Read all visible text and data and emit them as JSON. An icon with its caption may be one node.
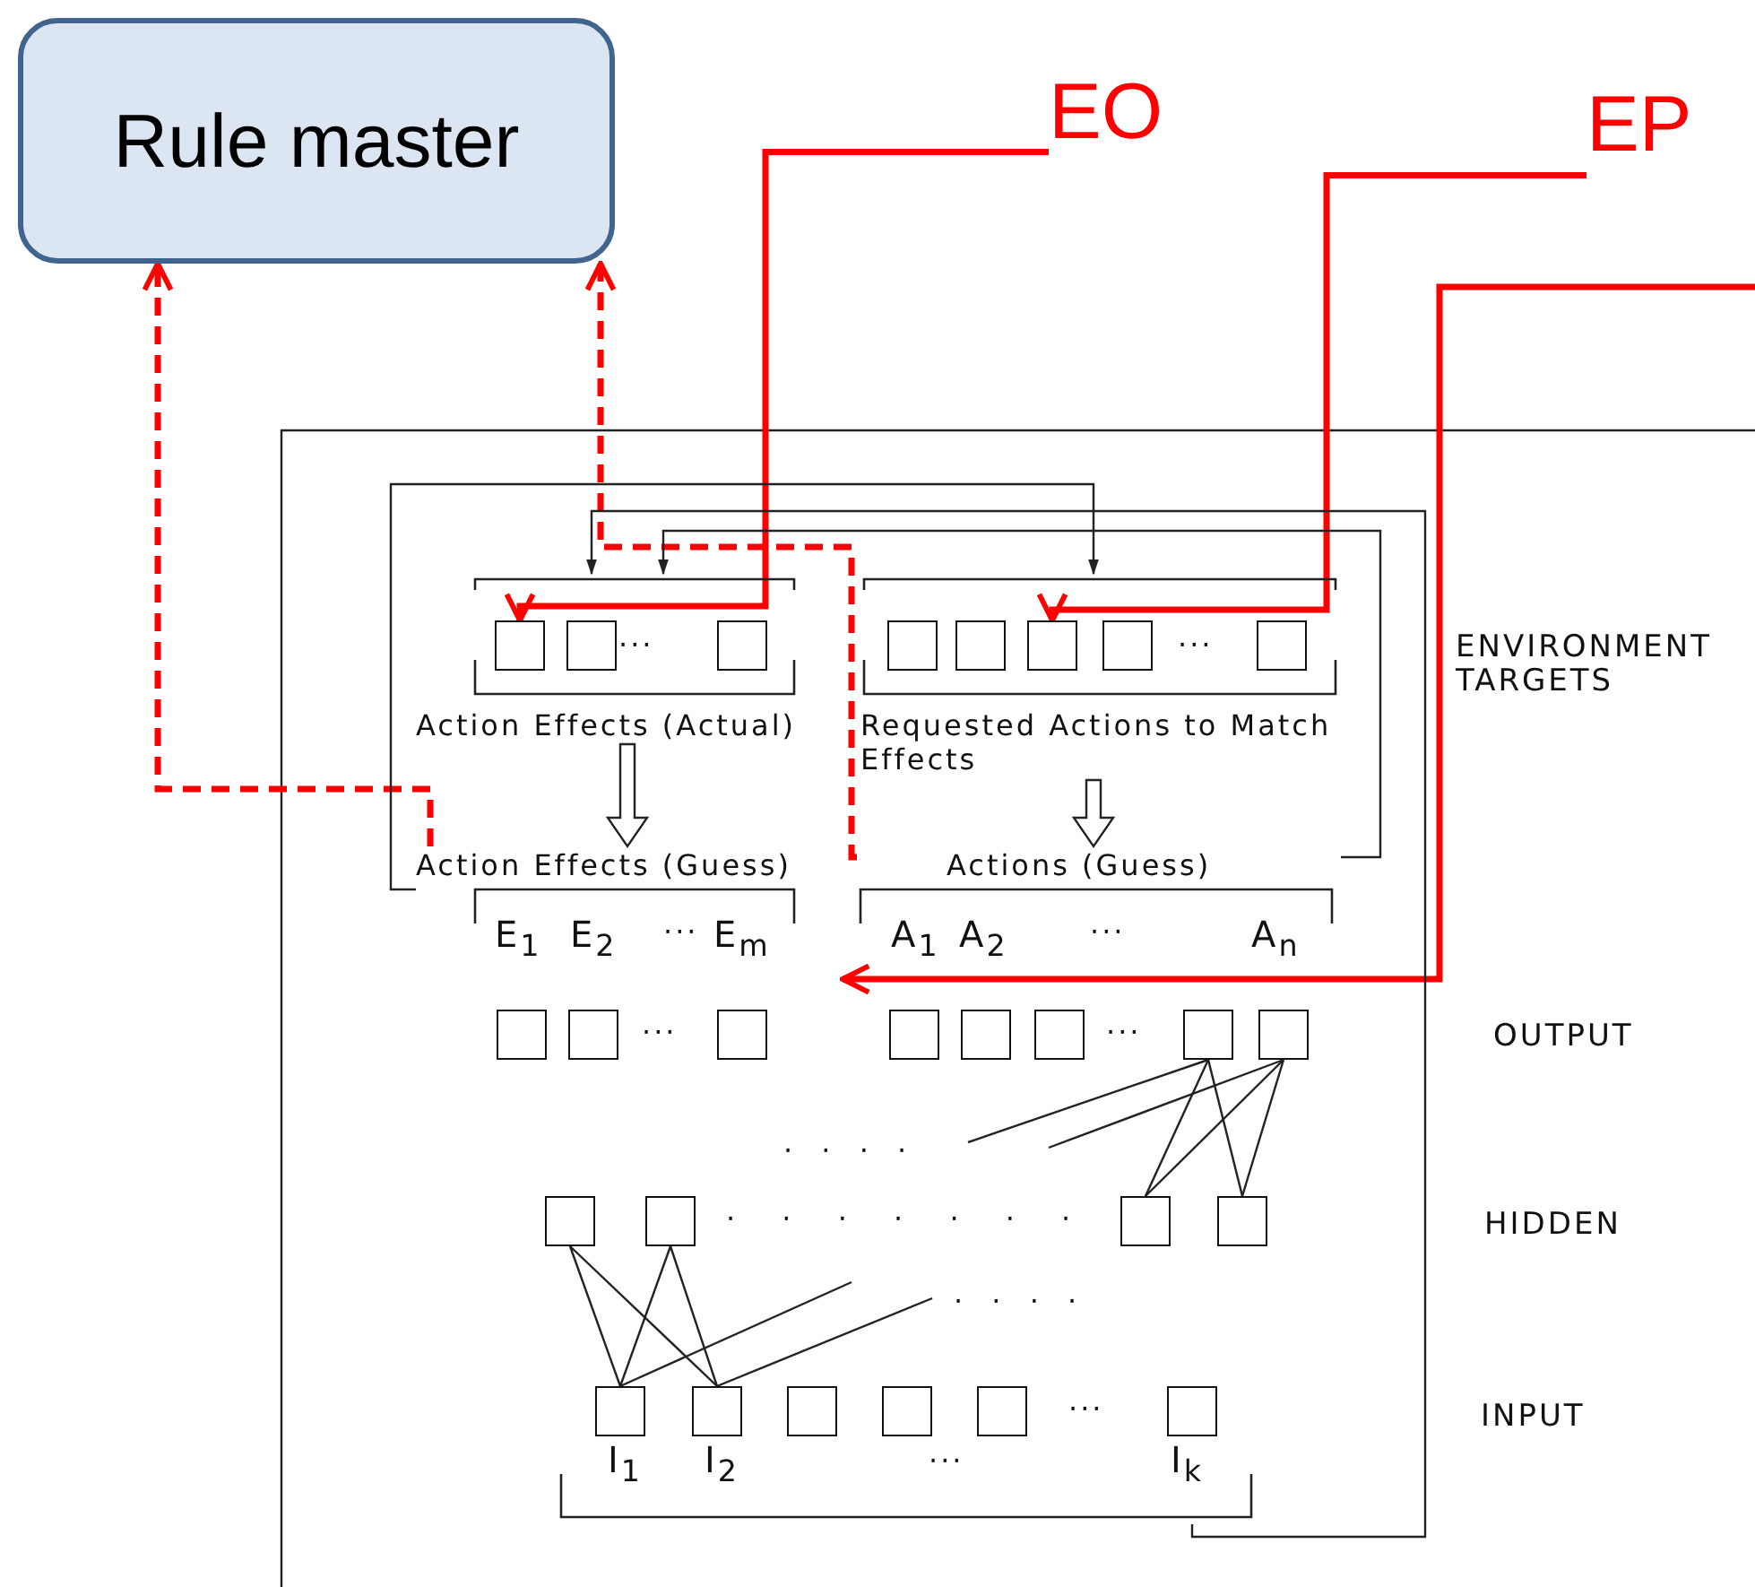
{
  "diagram": {
    "nodes": [
      {
        "text": [
          "Rule master"
        ]
      },
      {
        "text": [
          "EO"
        ]
      },
      {
        "text": [
          "EP"
        ]
      },
      {
        "text": [
          "Action Effects (Actual)"
        ]
      },
      {
        "text": [],
        "shape": "box",
        "in": 3
      },
      {
        "text": [],
        "shape": "box",
        "in": 3
      },
      {
        "text": [],
        "shape": "box",
        "in": 3
      },
      {
        "text": [
          "Requested Actions to Match Effects"
        ]
      },
      {
        "text": [],
        "shape": "box",
        "in": 7
      },
      {
        "text": [],
        "shape": "box",
        "in": 7
      },
      {
        "text": [],
        "shape": "box",
        "in": 7
      },
      {
        "text": [],
        "shape": "box",
        "in": 7
      },
      {
        "text": [],
        "shape": "box",
        "in": 7
      },
      {
        "text": [
          "Action Effects (Guess)",
          "E$_{1}$",
          "E$_{2}$",
          "···",
          "E$_{m}$"
        ]
      },
      {
        "text": [
          "Actions (Guess)",
          "A$_{1}$",
          "A$_{2}$",
          "···",
          "A$_{n}$"
        ]
      },
      {
        "text": [],
        "shape": "box"
      },
      {
        "text": [],
        "shape": "box"
      },
      {
        "text": [],
        "shape": "box"
      },
      {
        "text": [],
        "shape": "box"
      },
      {
        "text": [],
        "shape": "box"
      },
      {
        "text": [],
        "shape": "box"
      },
      {
        "text": [],
        "shape": "box"
      },
      {
        "text": [],
        "shape": "box"
      },
      {
        "text": [],
        "shape": "box"
      },
      {
        "text": [],
        "shape": "box"
      },
      {
        "text": [],
        "shape": "box"
      },
      {
        "text": [],
        "shape": "box"
      },
      {
        "text": [],
        "shape": "box"
      },
      {
        "text": [],
        "shape": "box"
      },
      {
        "text": [],
        "shape": "box"
      },
      {
        "text": [],
        "shape": "box"
      },
      {
        "text": [],
        "shape": "box"
      },
      {
        "text": [],
        "shape": "box"
      },
      {
        "text": [
          "I$_{1}$",
          "I$_{2}$",
          "···",
          "I$_{k}$"
        ]
      }
    ],
    "edges": [
      {
        "from": 1,
        "to": 4,
        "arrow": "to",
        "style": "thick",
        "color": "#ff0000"
      },
      {
        "from": 2,
        "to": 10,
        "arrow": "to",
        "style": "thick",
        "color": "#ff0000"
      },
      {
        "from": null,
        "to": 13,
        "arrow": "to",
        "style": "thick",
        "color": "#ff0000"
      },
      {
        "from": 13,
        "to": 0,
        "arrow": "to",
        "style": "dashed",
        "color": "#ff0000"
      },
      {
        "from": 14,
        "to": 0,
        "arrow": "to",
        "style": "dashed",
        "color": "#ff0000"
      },
      {
        "from": 13,
        "to": 7,
        "arrow": "to"
      },
      {
        "from": 14,
        "to": 3,
        "arrow": "to"
      },
      {
        "from": 33,
        "to": 3,
        "arrow": "to"
      },
      {
        "from": 3,
        "to": 13,
        "arrow": "to"
      },
      {
        "from": 7,
        "to": 14,
        "arrow": "to"
      },
      {
        "from": 21,
        "to": 25,
        "arrow": "none"
      },
      {
        "from": 21,
        "to": 26,
        "arrow": "none"
      },
      {
        "from": 22,
        "to": 25,
        "arrow": "none"
      },
      {
        "from": 22,
        "to": 26,
        "arrow": "none"
      },
      {
        "from": 21,
        "to": null,
        "arrow": "none"
      },
      {
        "from": 22,
        "to": null,
        "arrow": "none"
      },
      {
        "from": 23,
        "to": 27,
        "arrow": "none"
      },
      {
        "from": 23,
        "to": 28,
        "arrow": "none"
      },
      {
        "from": 24,
        "to": 27,
        "arrow": "none"
      },
      {
        "from": 24,
        "to": 28,
        "arrow": "none"
      },
      {
        "from": 27,
        "to": null,
        "arrow": "none"
      },
      {
        "from": 28,
        "to": null,
        "arrow": "none"
      }
    ],
    "labels": [
      "···",
      "···",
      "ENVIRONMENT TARGETS",
      "···",
      "···",
      "OUTPUT",
      "· · · ·",
      "· · · · · · ·",
      "HIDDEN",
      "· · · ·",
      "···",
      "INPUT"
    ]
  }
}
